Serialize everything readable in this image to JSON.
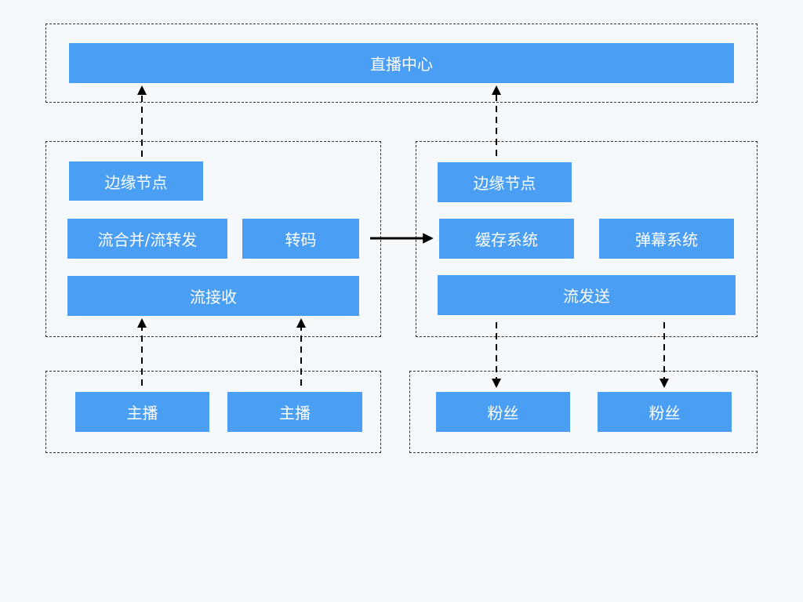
{
  "colors": {
    "background": "#f5f9fc",
    "node_fill": "#4a9ff5",
    "node_text": "#ffffff",
    "border": "#333333"
  },
  "top": {
    "center": "直播中心"
  },
  "ingest": {
    "edge_node": "边缘节点",
    "merge_forward": "流合并/流转发",
    "transcode": "转码",
    "receive": "流接收"
  },
  "distribute": {
    "edge_node": "边缘节点",
    "cache_system": "缓存系统",
    "danmaku_system": "弹幕系统",
    "send": "流发送"
  },
  "anchors": [
    "主播",
    "主播"
  ],
  "fans": [
    "粉丝",
    "粉丝"
  ]
}
